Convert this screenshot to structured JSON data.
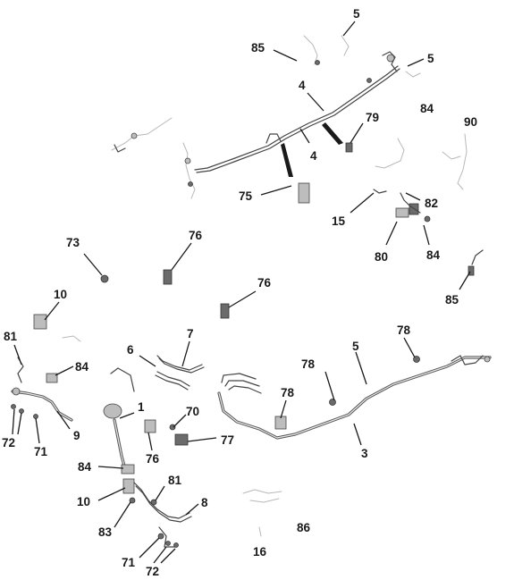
{
  "callouts": [
    {
      "id": "c5a",
      "label": "5"
    },
    {
      "id": "c85a",
      "label": "85"
    },
    {
      "id": "c5b",
      "label": "5"
    },
    {
      "id": "c4a",
      "label": "4"
    },
    {
      "id": "c79",
      "label": "79"
    },
    {
      "id": "c84a",
      "label": "84"
    },
    {
      "id": "c90",
      "label": "90"
    },
    {
      "id": "c4b",
      "label": "4"
    },
    {
      "id": "c75",
      "label": "75"
    },
    {
      "id": "c82",
      "label": "82"
    },
    {
      "id": "c15",
      "label": "15"
    },
    {
      "id": "c80",
      "label": "80"
    },
    {
      "id": "c84b",
      "label": "84"
    },
    {
      "id": "c73",
      "label": "73"
    },
    {
      "id": "c76a",
      "label": "76"
    },
    {
      "id": "c85b",
      "label": "85"
    },
    {
      "id": "c10a",
      "label": "10"
    },
    {
      "id": "c76b",
      "label": "76"
    },
    {
      "id": "c81a",
      "label": "81"
    },
    {
      "id": "c7",
      "label": "7"
    },
    {
      "id": "c78a",
      "label": "78"
    },
    {
      "id": "c6",
      "label": "6"
    },
    {
      "id": "c84c",
      "label": "84"
    },
    {
      "id": "c5c",
      "label": "5"
    },
    {
      "id": "c78b",
      "label": "78"
    },
    {
      "id": "c78c",
      "label": "78"
    },
    {
      "id": "c1",
      "label": "1"
    },
    {
      "id": "c70",
      "label": "70"
    },
    {
      "id": "c72a",
      "label": "72"
    },
    {
      "id": "c9",
      "label": "9"
    },
    {
      "id": "c71a",
      "label": "71"
    },
    {
      "id": "c77",
      "label": "77"
    },
    {
      "id": "c3",
      "label": "3"
    },
    {
      "id": "c76c",
      "label": "76"
    },
    {
      "id": "c84d",
      "label": "84"
    },
    {
      "id": "c81b",
      "label": "81"
    },
    {
      "id": "c10b",
      "label": "10"
    },
    {
      "id": "c8",
      "label": "8"
    },
    {
      "id": "c83",
      "label": "83"
    },
    {
      "id": "c86",
      "label": "86"
    },
    {
      "id": "c71b",
      "label": "71"
    },
    {
      "id": "c16",
      "label": "16"
    },
    {
      "id": "c72b",
      "label": "72"
    }
  ]
}
